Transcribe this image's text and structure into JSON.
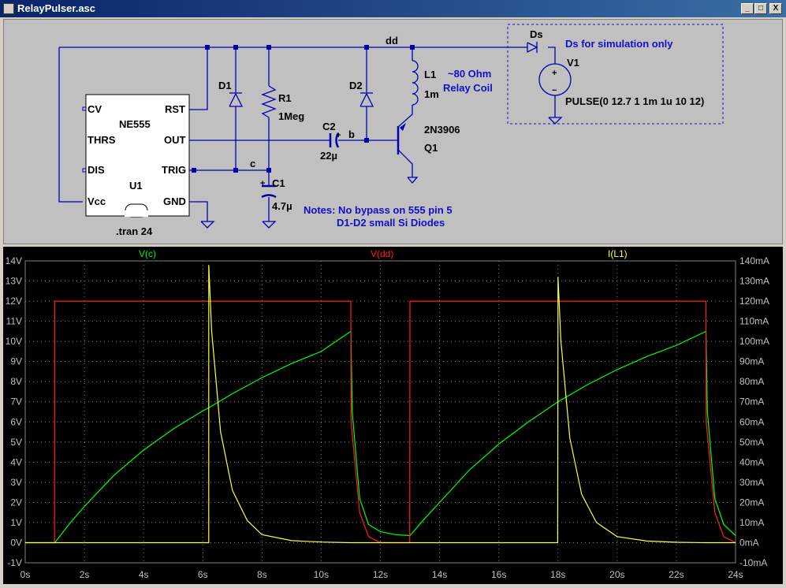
{
  "window": {
    "title": "RelayPulser.asc",
    "controls": {
      "minimize": "_",
      "maximize": "□",
      "close": "X"
    }
  },
  "schematic": {
    "components": {
      "u1_type": "NE555",
      "u1_ref": "U1",
      "pins": {
        "cv": "CV",
        "rst": "RST",
        "thrs": "THRS",
        "out": "OUT",
        "dis": "DIS",
        "trig": "TRIG",
        "vcc": "Vcc",
        "gnd": "GND"
      },
      "d1": "D1",
      "r1_ref": "R1",
      "r1_val": "1Meg",
      "d2": "D2",
      "l1_ref": "L1",
      "l1_val": "1m",
      "relay_note_1": "~80 Ohm",
      "relay_note_2": "Relay Coil",
      "c2_ref": "C2",
      "c2_val": "22µ",
      "c2_plus": "+",
      "c1_ref": "C1",
      "c1_val": "4.7µ",
      "c1_plus": "+",
      "q1_type": "2N3906",
      "q1_ref": "Q1",
      "ds": "Ds",
      "ds_note": "Ds for simulation only",
      "v1_ref": "V1",
      "v1_plus": "+",
      "v1_minus": "−",
      "v1_val": "PULSE(0 12.7 1 1m 1u 10 12)"
    },
    "nets": {
      "dd": "dd",
      "b": "b",
      "c": "c"
    },
    "directive": ".tran 24",
    "notes": [
      "Notes: No bypass on 555 pin 5",
      "D1-D2 small Si Diodes"
    ]
  },
  "chart_data": {
    "type": "line",
    "x_unit": "s",
    "xlim": [
      0,
      24
    ],
    "x_ticks": [
      "0s",
      "2s",
      "4s",
      "6s",
      "8s",
      "10s",
      "12s",
      "14s",
      "16s",
      "18s",
      "20s",
      "22s",
      "24s"
    ],
    "y_left_lim": [
      -1,
      14
    ],
    "y_left_ticks": [
      "-1V",
      "0V",
      "1V",
      "2V",
      "3V",
      "4V",
      "5V",
      "6V",
      "7V",
      "8V",
      "9V",
      "10V",
      "11V",
      "12V",
      "13V",
      "14V"
    ],
    "y_right_lim": [
      -10,
      140
    ],
    "y_right_ticks": [
      "-10mA",
      "0mA",
      "10mA",
      "20mA",
      "30mA",
      "40mA",
      "50mA",
      "60mA",
      "70mA",
      "80mA",
      "90mA",
      "100mA",
      "110mA",
      "120mA",
      "130mA",
      "140mA"
    ],
    "grid": true,
    "series": [
      {
        "name": "V(c)",
        "axis": "left",
        "color": "#00ff00",
        "x": [
          0,
          1,
          1.5,
          2,
          3,
          4,
          5,
          6,
          6.2,
          7,
          8,
          9,
          10,
          11,
          11.05,
          11.3,
          11.6,
          12,
          12.5,
          13,
          13.5,
          14,
          15,
          16,
          17,
          18,
          19,
          20,
          21,
          22,
          23,
          23.05,
          23.3,
          23.6,
          24
        ],
        "y": [
          0,
          0,
          0.95,
          1.8,
          3.35,
          4.6,
          5.65,
          6.55,
          6.7,
          7.4,
          8.2,
          8.9,
          9.5,
          10.5,
          6.5,
          2.2,
          0.9,
          0.55,
          0.4,
          0.35,
          1.2,
          2.0,
          3.6,
          4.9,
          6.0,
          7.0,
          7.85,
          8.6,
          9.25,
          9.8,
          10.5,
          6.5,
          2.2,
          0.9,
          0.35
        ]
      },
      {
        "name": "V(dd)",
        "axis": "left",
        "color": "#ff2020",
        "x": [
          0,
          0.99,
          1.0,
          11.0,
          11.01,
          11.3,
          11.6,
          12.0,
          12.99,
          13.0,
          23.0,
          23.01,
          23.3,
          23.6,
          24
        ],
        "y": [
          0,
          0,
          12,
          12,
          6,
          1.5,
          0.3,
          0,
          0,
          12,
          12,
          6,
          1.5,
          0.3,
          0
        ]
      },
      {
        "name": "I(L1)",
        "axis": "right",
        "color": "#ffff40",
        "x": [
          0,
          6.2,
          6.2,
          6.3,
          6.6,
          7.0,
          7.5,
          8,
          9,
          10,
          11,
          12,
          17.99,
          18.0,
          18.1,
          18.4,
          18.8,
          19.3,
          20,
          21,
          22,
          23,
          24
        ],
        "y": [
          0,
          0,
          138,
          105,
          55,
          26,
          11,
          4,
          1,
          0.3,
          0,
          0,
          0,
          132,
          100,
          52,
          24,
          10,
          3,
          0.8,
          0.2,
          0,
          0
        ]
      }
    ]
  }
}
